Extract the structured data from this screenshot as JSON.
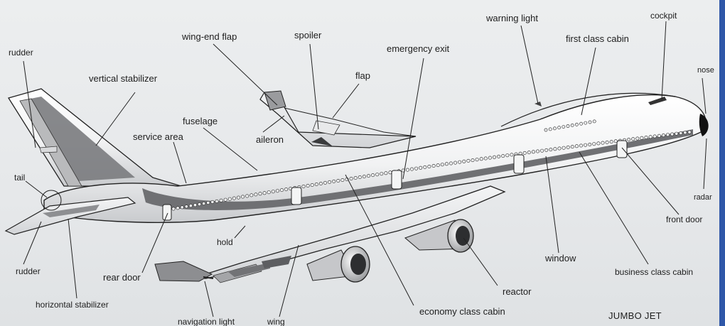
{
  "labels": {
    "rudder_top": "rudder",
    "vertical_stabilizer": "vertical stabilizer",
    "wing_end_flap": "wing-end flap",
    "spoiler": "spoiler",
    "emergency_exit": "emergency exit",
    "warning_light": "warning light",
    "cockpit": "cockpit",
    "first_class_cabin": "first class cabin",
    "nose": "nose",
    "flap": "flap",
    "fuselage": "fuselage",
    "service_area": "service area",
    "aileron": "aileron",
    "tail": "tail",
    "radar": "radar",
    "front_door": "front door",
    "hold": "hold",
    "window": "window",
    "business_class_cabin": "business class cabin",
    "rudder_bottom": "rudder",
    "rear_door": "rear door",
    "reactor": "reactor",
    "horizontal_stabilizer": "horizontal stabilizer",
    "economy_class_cabin": "economy class cabin",
    "jumbo_jet": "JUMBO JET",
    "navigation_light": "navigation light",
    "wing": "wing"
  },
  "colors": {
    "ink": "#1e1e1e",
    "fuselage": "#f4f5f5",
    "stripe": "#6f7073",
    "page_edge": "#2f57a8"
  }
}
